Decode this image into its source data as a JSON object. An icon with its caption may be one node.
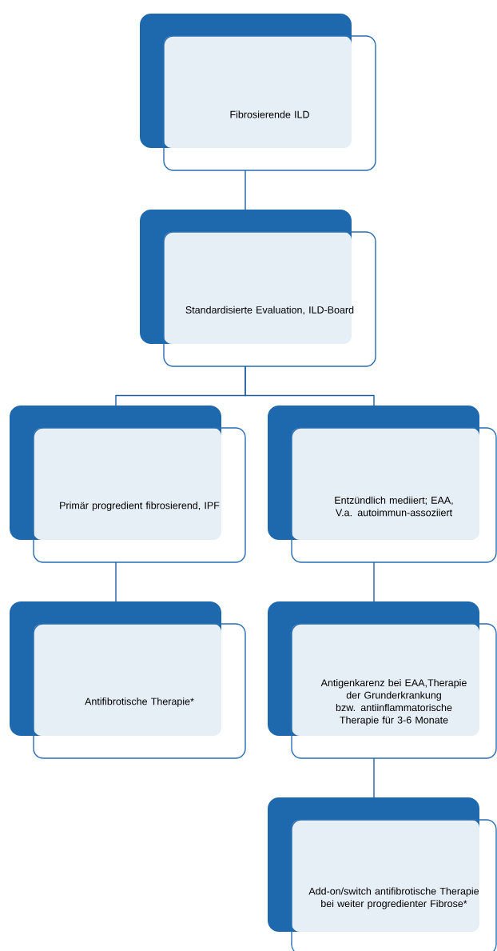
{
  "diagram": {
    "nodes": [
      {
        "text": [
          "Fibrosierende ILD"
        ]
      },
      {
        "text": [
          "Standardisierte Evaluation, ILD-Board"
        ]
      },
      {
        "text": [
          "Primär progredient fibrosierend, IPF"
        ]
      },
      {
        "text": [
          "Entzündlich mediiert; EAA, V.a. autoimmun-assoziiert"
        ]
      },
      {
        "text": [
          "Antifibrotische Therapie*"
        ]
      },
      {
        "text": [
          "Antigenkarenz bei EAA,Therapie der Grunderkrankung bzw. antiinflammatorische Therapie für 3-6 Monate"
        ]
      },
      {
        "text": [
          "Add-on/switch antifibrotische Therapie bei weiter progredienter Fibrose*"
        ]
      }
    ],
    "edges": [
      {
        "from": 0,
        "to": 1,
        "arrow": "none"
      },
      {
        "from": 1,
        "to": 2,
        "arrow": "none"
      },
      {
        "from": 1,
        "to": 3,
        "arrow": "none"
      },
      {
        "from": 2,
        "to": 4,
        "arrow": "none"
      },
      {
        "from": 3,
        "to": 5,
        "arrow": "none"
      },
      {
        "from": 5,
        "to": 6,
        "arrow": "none"
      }
    ]
  }
}
